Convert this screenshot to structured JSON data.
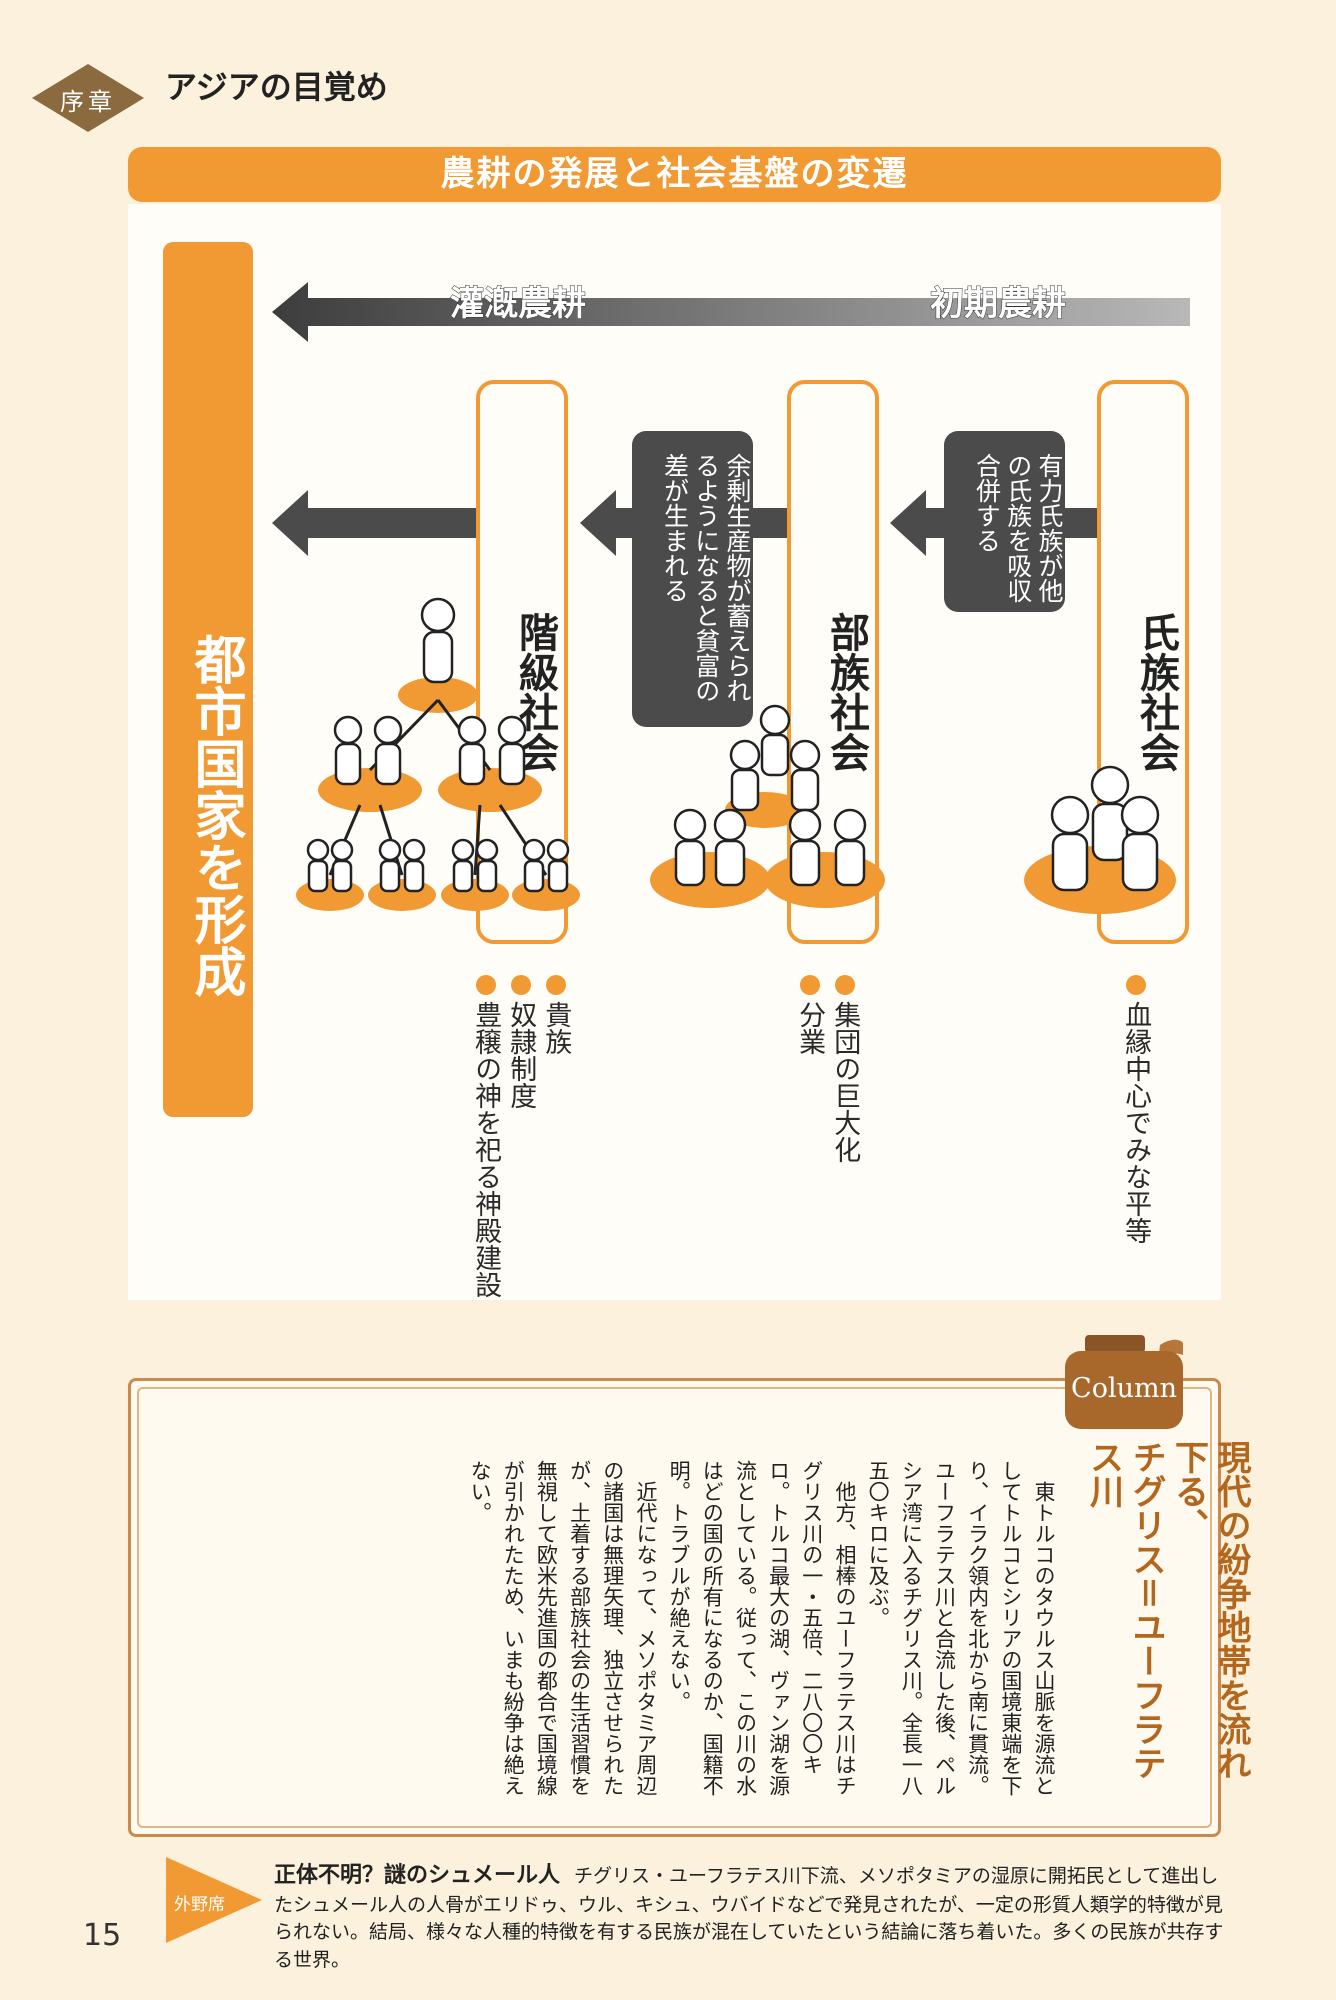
{
  "header": {
    "chapter": "序章",
    "title": "アジアの目覚め"
  },
  "diagram": {
    "title": "農耕の発展と社会基盤の変遷",
    "arrow_left_label": "灌漑農耕",
    "arrow_right_label": "初期農耕",
    "result": "都市国家を形成",
    "stages": [
      {
        "name": "氏族社会",
        "bullets": [
          "血縁中心でみな平等"
        ]
      },
      {
        "name": "部族社会",
        "bullets": [
          "集団の巨大化",
          "分業"
        ]
      },
      {
        "name": "階級社会",
        "bullets": [
          "貴族",
          "奴隷制度",
          "豊穣の神を祀る神殿建設"
        ]
      }
    ],
    "transitions": [
      "有力氏族が他の氏族を吸収合併する",
      "余剰生産物が蓄えられるようになると貧富の差が生まれる"
    ]
  },
  "column": {
    "badge": "Column",
    "title_line1": "現代の紛争地帯を流れ下る、",
    "title_line2": "チグリス＝ユーフラテス川",
    "paragraphs": [
      "東トルコのタウルス山脈を源流としてトルコとシリアの国境東端を下り、イラク領内を北から南に貫流。ユーフラテス川と合流した後、ペルシア湾に入るチグリス川。全長一八五〇キロに及ぶ。",
      "他方、相棒のユーフラテス川はチグリス川の一・五倍、二八〇〇キロ。トルコ最大の湖、ヴァン湖を源流としている。従って、この川の水はどの国の所有になるのか、国籍不明。トラブルが絶えない。",
      "近代になって、メソポタミア周辺の諸国は無理矢理、独立させられたが、土着する部族社会の生活習慣を無視して欧米先進国の都合で国境線が引かれたため、いまも紛争は絶えない。"
    ]
  },
  "footnote": {
    "label": "外野席",
    "title": "正体不明？謎のシュメール人",
    "text": "チグリス・ユーフラテス川下流、メソポタミアの湿原に開拓民として進出したシュメール人の人骨がエリドゥ、ウル、キシュ、ウバイドなどで発見されたが、一定の形質人類学的特徴が見られない。結局、様々な人種的特徴を有する民族が混在していたという結論に落ち着いた。多くの民族が共存する世界。"
  },
  "page_number": "15",
  "colors": {
    "orange": "#f19a33",
    "dark": "#4b4b4b",
    "brown": "#b3661c"
  }
}
